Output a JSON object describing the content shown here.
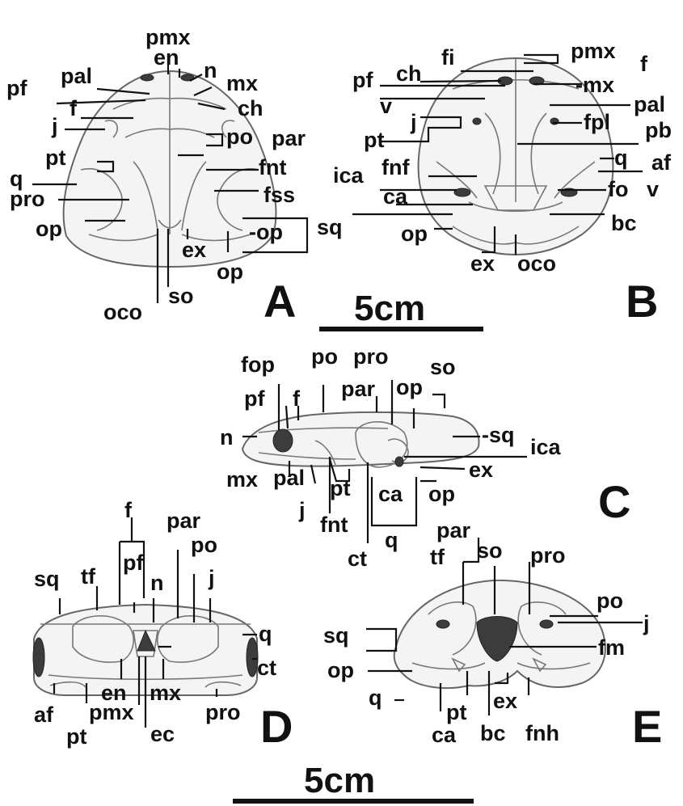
{
  "panels": {
    "A": {
      "letter": "A",
      "labels": {
        "pmx": "pmx",
        "en": "en",
        "n": "n",
        "mx": "mx",
        "pf": "pf",
        "pal": "pal",
        "ch": "ch",
        "f": "f",
        "j": "j",
        "po": "po",
        "par": "par",
        "pt": "pt",
        "fnt": "fnt",
        "q": "q",
        "fss": "fss",
        "pro": "pro",
        "op1": "op",
        "op2": "-op",
        "sq": "sq",
        "ex": "ex",
        "op3": "op",
        "so": "so",
        "oco": "oco"
      }
    },
    "B": {
      "letter": "B",
      "labels": {
        "pmx": "pmx",
        "f": "f",
        "fi": "fi",
        "pf": "pf",
        "ch": "ch",
        "mx": "-mx",
        "v1": "v",
        "pal": "pal",
        "j": "j",
        "fpl": "fpl",
        "pb": "pb",
        "pt": "pt",
        "q": "q",
        "af": "af",
        "ica": "ica",
        "fnf": "fnf",
        "fo": "fo",
        "v2": "v",
        "ca": "ca",
        "op": "op",
        "bc": "bc",
        "ex": "ex",
        "oco": "oco"
      }
    },
    "C": {
      "letter": "C",
      "labels": {
        "fop": "fop",
        "po": "po",
        "pro": "pro",
        "so": "so",
        "pf": "pf",
        "f": "f",
        "par": "par",
        "op1": "op",
        "n": "n",
        "sq": "-sq",
        "ica": "ica",
        "ex": "ex",
        "mx": "mx",
        "pal": "pal",
        "pt": "pt",
        "ca": "ca",
        "op2": "op",
        "j": "j",
        "fnt": "fnt",
        "q": "q",
        "ct": "ct"
      }
    },
    "D": {
      "letter": "D",
      "labels": {
        "f": "f",
        "par": "par",
        "pf": "pf",
        "po": "po",
        "sq": "sq",
        "tf": "tf",
        "n": "n",
        "j": "j",
        "q": "q",
        "ct": "ct",
        "en": "en",
        "mx": "mx",
        "af": "af",
        "pmx": "pmx",
        "pro": "pro",
        "pt": "pt",
        "ec": "ec"
      }
    },
    "E": {
      "letter": "E",
      "labels": {
        "par": "par",
        "tf": "tf",
        "so": "so",
        "pro": "pro",
        "po": "po",
        "j": "j",
        "sq": "sq",
        "fm": "fm",
        "op": "op",
        "q": "q",
        "ex": "ex",
        "pt": "pt",
        "ca": "ca",
        "bc": "bc",
        "fnh": "fnh"
      }
    }
  },
  "scale_bars": {
    "top": "5cm",
    "bottom": "5cm"
  }
}
